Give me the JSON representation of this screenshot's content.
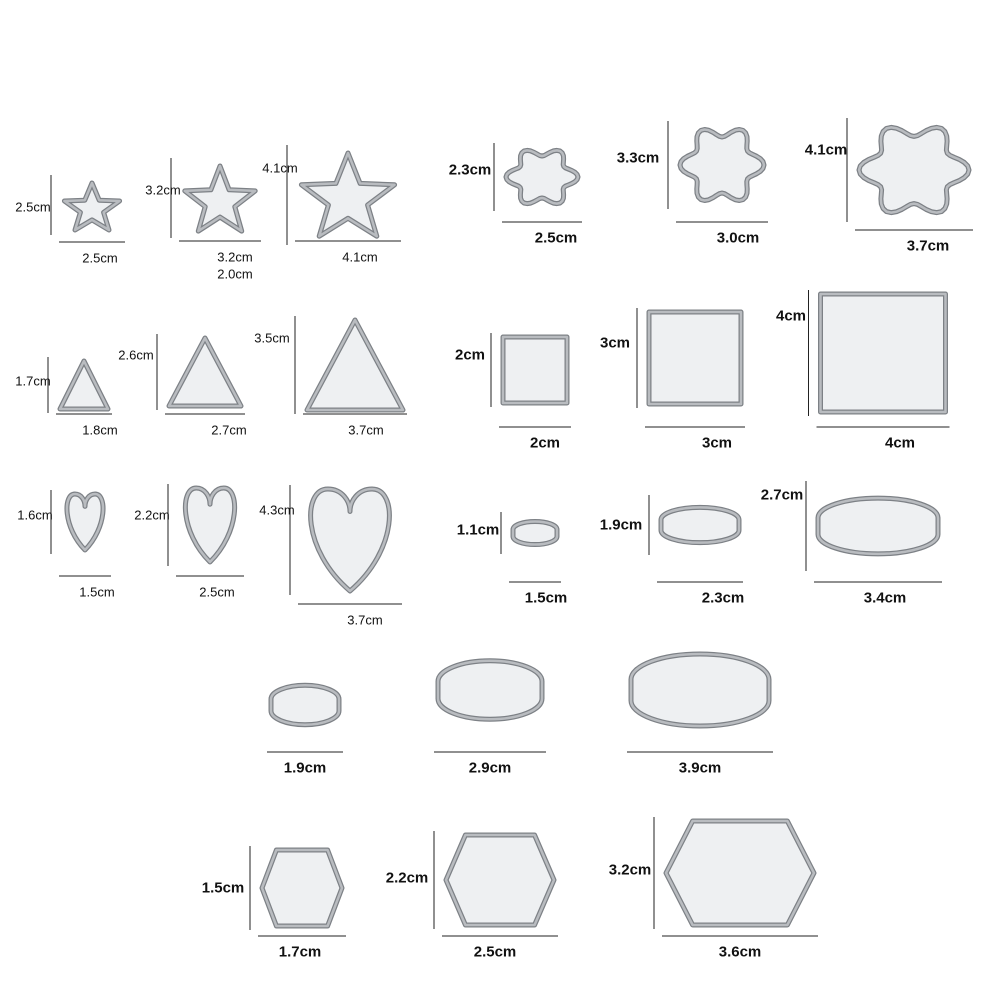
{
  "groups": [
    {
      "shape": "star",
      "items": [
        {
          "height": "2.5cm",
          "width": "2.5cm"
        },
        {
          "height": "3.2cm",
          "width": "3.2cm",
          "extra": "2.0cm"
        },
        {
          "height": "4.1cm",
          "width": "4.1cm"
        }
      ]
    },
    {
      "shape": "flower",
      "items": [
        {
          "height": "2.3cm",
          "width": "2.5cm"
        },
        {
          "height": "3.3cm",
          "width": "3.0cm"
        },
        {
          "height": "4.1cm",
          "width": "3.7cm"
        }
      ]
    },
    {
      "shape": "triangle",
      "items": [
        {
          "height": "1.7cm",
          "width": "1.8cm"
        },
        {
          "height": "2.6cm",
          "width": "2.7cm"
        },
        {
          "height": "3.5cm",
          "width": "3.7cm"
        }
      ]
    },
    {
      "shape": "square",
      "items": [
        {
          "height": "2cm",
          "width": "2cm"
        },
        {
          "height": "3cm",
          "width": "3cm"
        },
        {
          "height": "4cm",
          "width": "4cm"
        }
      ]
    },
    {
      "shape": "heart",
      "items": [
        {
          "height": "1.6cm",
          "width": "1.5cm"
        },
        {
          "height": "2.2cm",
          "width": "2.5cm"
        },
        {
          "height": "4.3cm",
          "width": "3.7cm"
        }
      ]
    },
    {
      "shape": "oval",
      "items": [
        {
          "height": "1.1cm",
          "width": "1.5cm"
        },
        {
          "height": "1.9cm",
          "width": "2.3cm"
        },
        {
          "height": "2.7cm",
          "width": "3.4cm"
        }
      ]
    },
    {
      "shape": "circle",
      "items": [
        {
          "width": "1.9cm"
        },
        {
          "width": "2.9cm"
        },
        {
          "width": "3.9cm"
        }
      ]
    },
    {
      "shape": "hexagon",
      "items": [
        {
          "height": "1.5cm",
          "width": "1.7cm"
        },
        {
          "height": "2.2cm",
          "width": "2.5cm"
        },
        {
          "height": "3.2cm",
          "width": "3.6cm"
        }
      ]
    }
  ],
  "colors": {
    "metal": "#b9bcc0",
    "metal_dark": "#7d8186",
    "line": "#222222"
  }
}
